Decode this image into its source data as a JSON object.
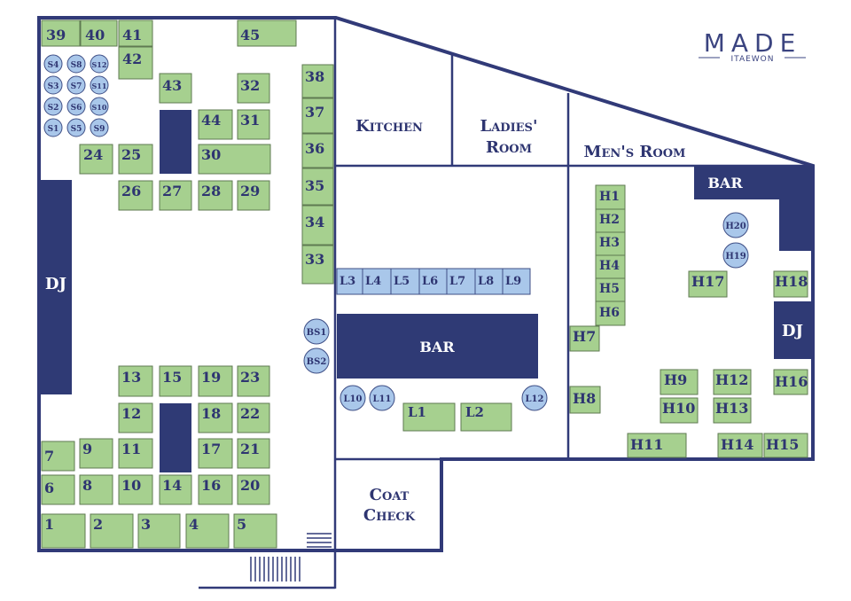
{
  "logo": {
    "main": "MADE",
    "sub": "ITAEWON"
  },
  "rooms": {
    "kitchen": "Kitchen",
    "ladies_line1": "Ladies'",
    "ladies_line2": "Room",
    "mens": "Men's Room",
    "coat_line1": "Coat",
    "coat_line2": "Check"
  },
  "features": {
    "dj_left": "DJ",
    "dj_right": "DJ",
    "bar_center": "BAR",
    "bar_right": "BAR"
  },
  "colors": {
    "table": "#a6d08f",
    "lounge": "#a9c7ea",
    "ink": "#2f3a75"
  },
  "tables": [
    "39",
    "40",
    "41",
    "45",
    "42",
    "43",
    "32",
    "44",
    "31",
    "24",
    "25",
    "30",
    "26",
    "27",
    "28",
    "29",
    "38",
    "37",
    "36",
    "35",
    "34",
    "33",
    "13",
    "15",
    "19",
    "23",
    "12",
    "18",
    "22",
    "9",
    "11",
    "17",
    "21",
    "7",
    "8",
    "10",
    "14",
    "16",
    "20",
    "6",
    "1",
    "2",
    "3",
    "4",
    "5",
    "L1",
    "L2",
    "H1",
    "H2",
    "H3",
    "H4",
    "H5",
    "H6",
    "H7",
    "H8",
    "H17",
    "H18",
    "H9",
    "H12",
    "H16",
    "H10",
    "H13",
    "H11",
    "H14",
    "H15"
  ],
  "seats": [
    "S4",
    "S8",
    "S12",
    "S3",
    "S7",
    "S11",
    "S2",
    "S6",
    "S10",
    "S1",
    "S5",
    "S9",
    "BS1",
    "BS2",
    "L10",
    "L11",
    "L12",
    "H20",
    "H19"
  ],
  "lounge": [
    "L3",
    "L4",
    "L5",
    "L6",
    "L7",
    "L8",
    "L9"
  ]
}
